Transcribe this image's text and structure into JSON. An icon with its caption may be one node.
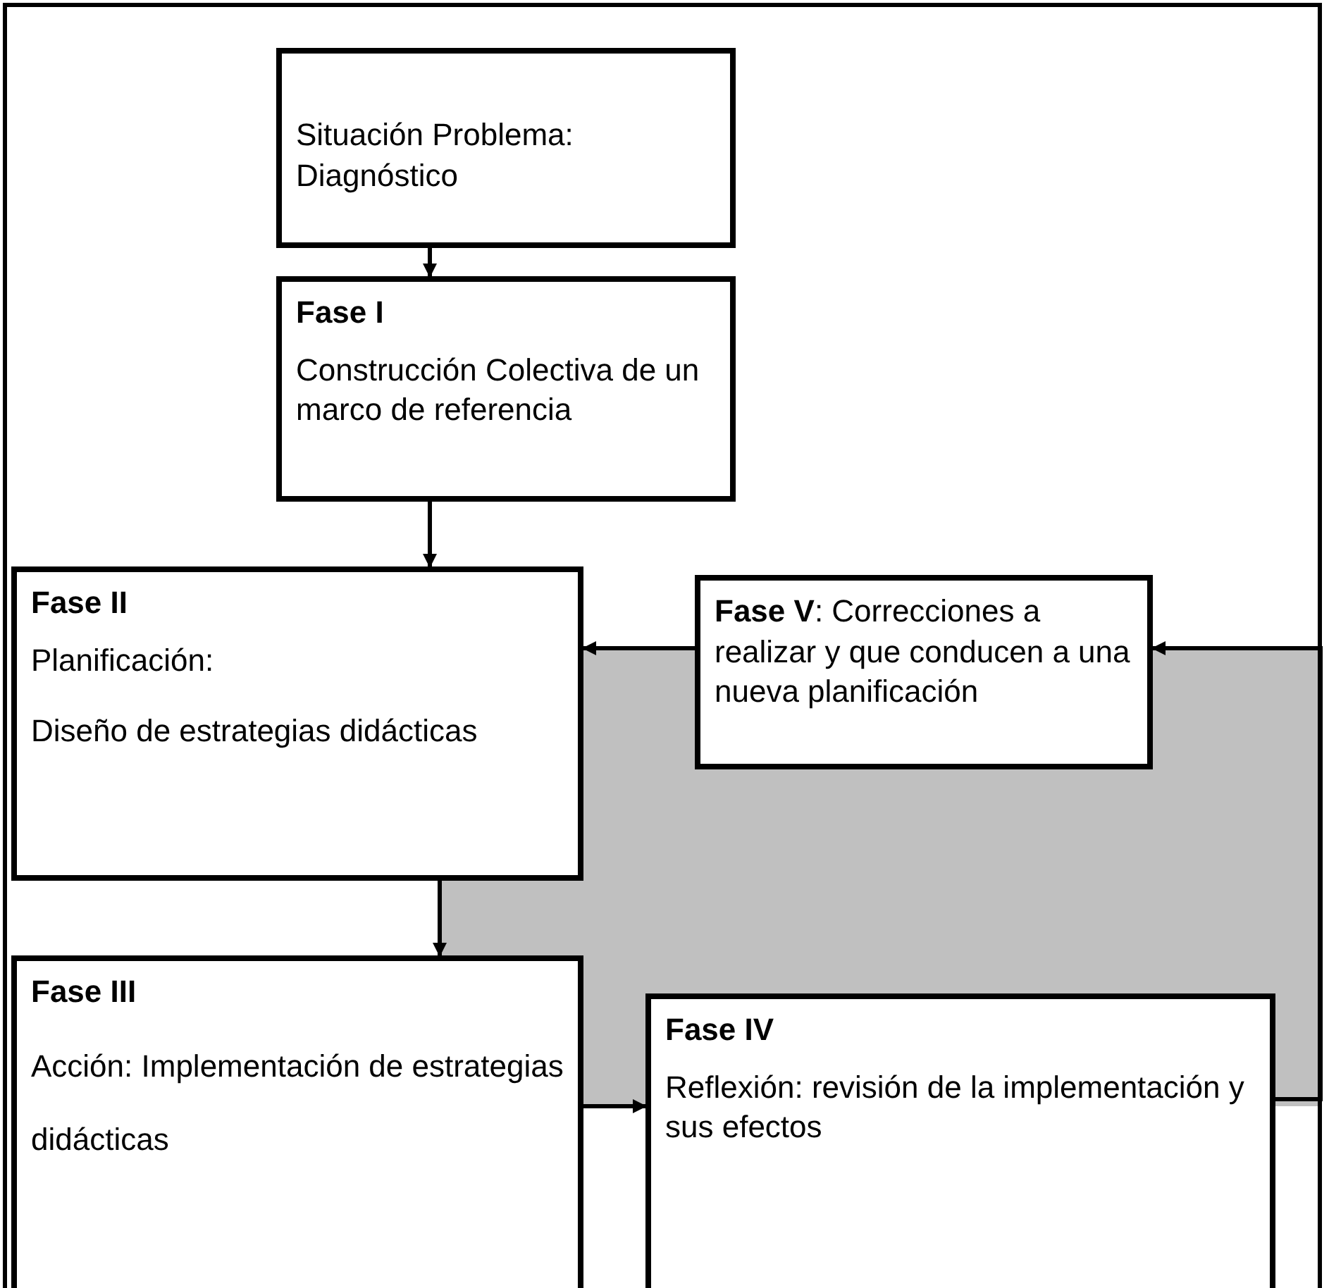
{
  "diagram": {
    "nodes": [
      {
        "text": [
          "Situación Problema: Diagnóstico"
        ]
      },
      {
        "text": [
          "Fase I",
          "Construcción  Colectiva de un marco de referencia"
        ]
      },
      {
        "text": [
          "Fase II",
          "Planificación:",
          "Diseño de estrategias didácticas"
        ]
      },
      {
        "text": [
          "**Fase V**: Correcciones a realizar y que conducen a una nueva planificación"
        ]
      },
      {
        "text": [
          "Fase III",
          "Acción: Implementación de estrategias didácticas"
        ]
      },
      {
        "text": [
          "Fase IV",
          "Reflexión: revisión de la implementación y sus efectos"
        ]
      }
    ],
    "edges": [
      {
        "from": 0,
        "to": 1,
        "arrow": "to"
      },
      {
        "from": 1,
        "to": 2,
        "arrow": "to"
      },
      {
        "from": 2,
        "to": 4,
        "arrow": "to"
      },
      {
        "from": 4,
        "to": 5,
        "arrow": "to"
      },
      {
        "from": 5,
        "to": 3,
        "arrow": "to"
      },
      {
        "from": 3,
        "to": 2,
        "arrow": "to"
      }
    ]
  }
}
